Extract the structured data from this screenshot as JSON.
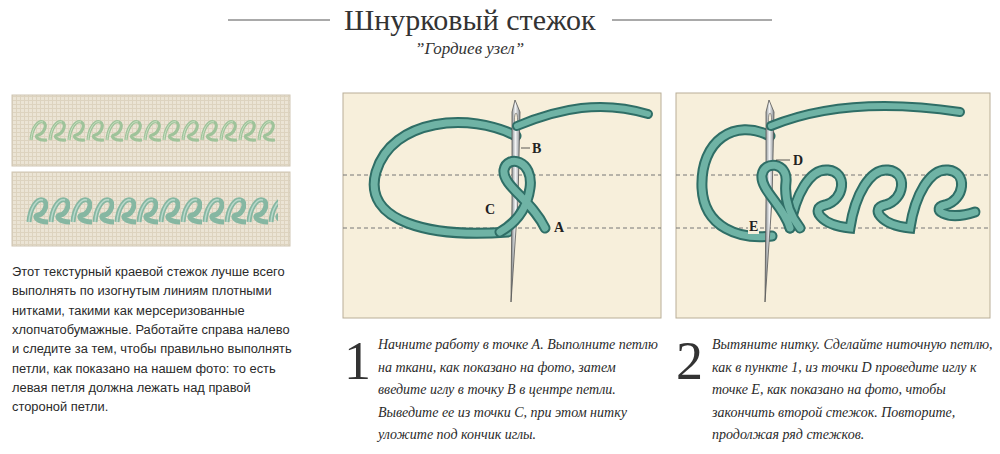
{
  "diagram": {
    "title": "Шнурковый стежок",
    "labels": [
      "”Гордиев узел”",
      "Этот текстурный краевой стежок лучше всего выполнять по изогнутым линиям плотными нитками, такими как мерсеризованные хлопчатобумажные. Работайте справа налево и следите за тем, чтобы правильно выполнять петли, как показано на нашем фото: то есть левая петля должна лежать над правой стороной петли.",
      "B",
      "C",
      "A",
      "D",
      "E",
      "1",
      "Начните работу в точке A. Выполните петлю на ткани, как показано на фото, затем введите иглу в точку B в центре петли. Выведите ее из точки C, при этом нитку уложите под кончик иглы.",
      "2",
      "Вытяните нитку. Сделайте ниточную петлю, как в пункте 1, из точки D проведите иглу к точке E, как показано на фото, чтобы закончить второй стежок. Повторите, продолжая ряд стежков."
    ]
  }
}
